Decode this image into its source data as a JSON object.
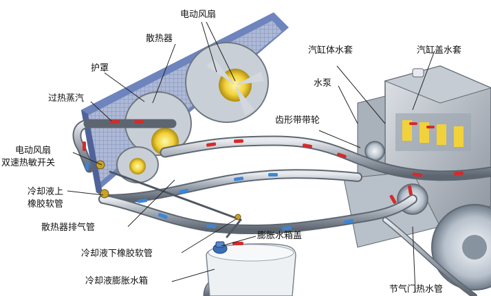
{
  "labels": {
    "electric_fan_top": "电动风扇",
    "radiator": "散热器",
    "shroud": "护罩",
    "overheat_steam": "过热蒸汽",
    "fan_switch_1": "电动风扇",
    "fan_switch_2": "双速热敏开关",
    "upper_hose_1": "冷却液上",
    "upper_hose_2": "橡胶软管",
    "radiator_vent": "散热器排气管",
    "lower_hose": "冷却液下橡胶软管",
    "expansion_tank": "冷却液膨胀水箱",
    "tank_cap": "膨胀水箱盖",
    "cylinder_block_jacket": "汽缸体水套",
    "cylinder_head_jacket": "汽缸盖水套",
    "water_pump": "水泵",
    "toothed_pulley": "齿形带带轮",
    "throttle_hose": "节气门热水管"
  },
  "colors": {
    "hot_flow": "#d62a2a",
    "cold_flow": "#3a86d8",
    "pipe": "#9aa3ad",
    "radiator_frame": "#7f95c9",
    "fan_yellow": "#f2d23a"
  }
}
